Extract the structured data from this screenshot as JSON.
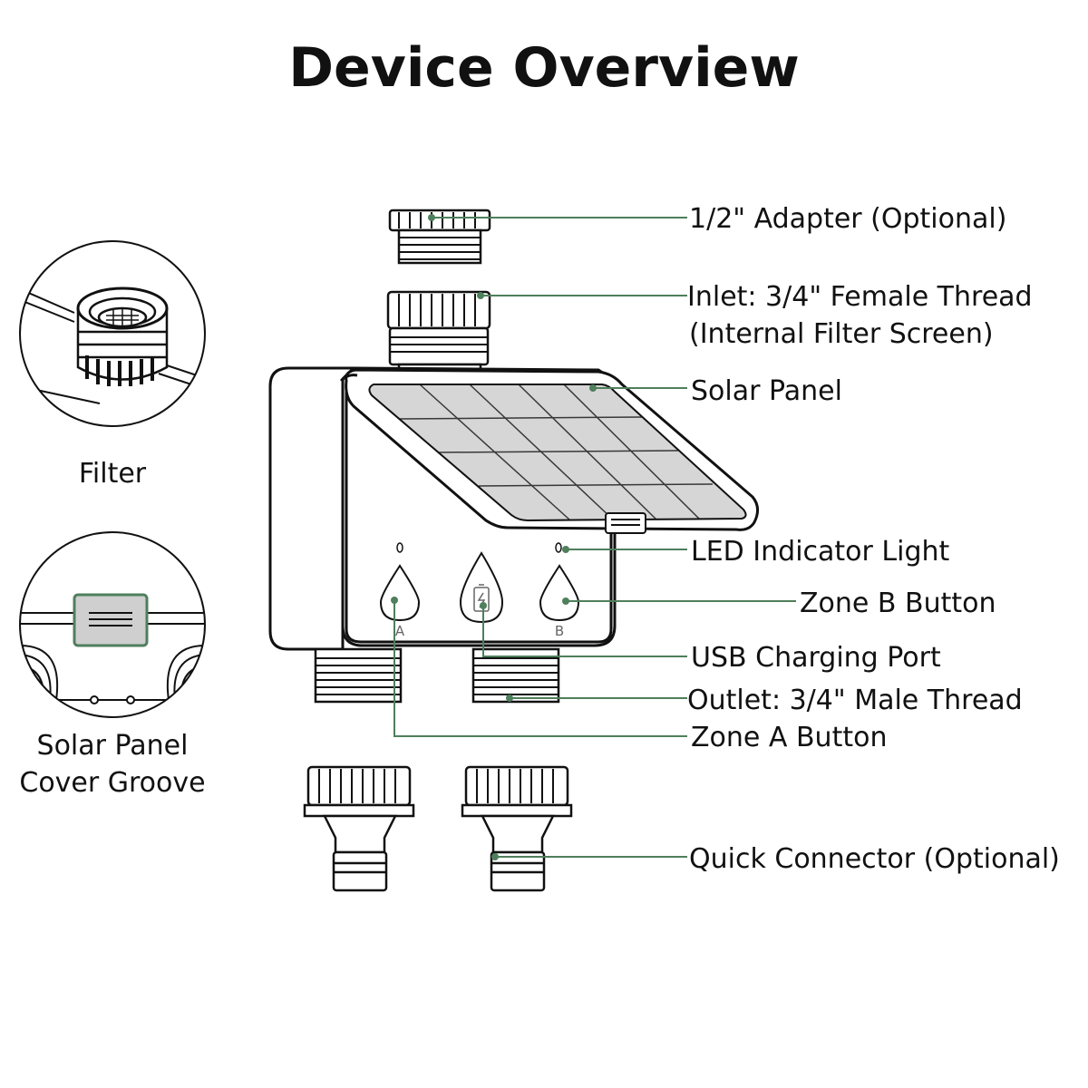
{
  "title": "Device Overview",
  "accent_color": "#4f7f5c",
  "insets": {
    "filter": {
      "label": "Filter"
    },
    "groove": {
      "line1": "Solar Panel",
      "line2": "Cover Groove"
    }
  },
  "buttons": {
    "zone_a_letter": "A",
    "zone_b_letter": "B"
  },
  "callouts": {
    "adapter": "1/2\" Adapter (Optional)",
    "inlet_line1": "Inlet: 3/4\" Female Thread",
    "inlet_line2": "(Internal Filter Screen)",
    "solar_panel": "Solar Panel",
    "led": "LED Indicator Light",
    "zone_b": "Zone B Button",
    "usb": "USB Charging Port",
    "outlet": "Outlet: 3/4\" Male Thread",
    "zone_a": "Zone A Button",
    "quick_connector": "Quick Connector (Optional)"
  },
  "icons": [
    "water-drop-icon",
    "battery-charging-icon",
    "filter-screen-icon"
  ]
}
